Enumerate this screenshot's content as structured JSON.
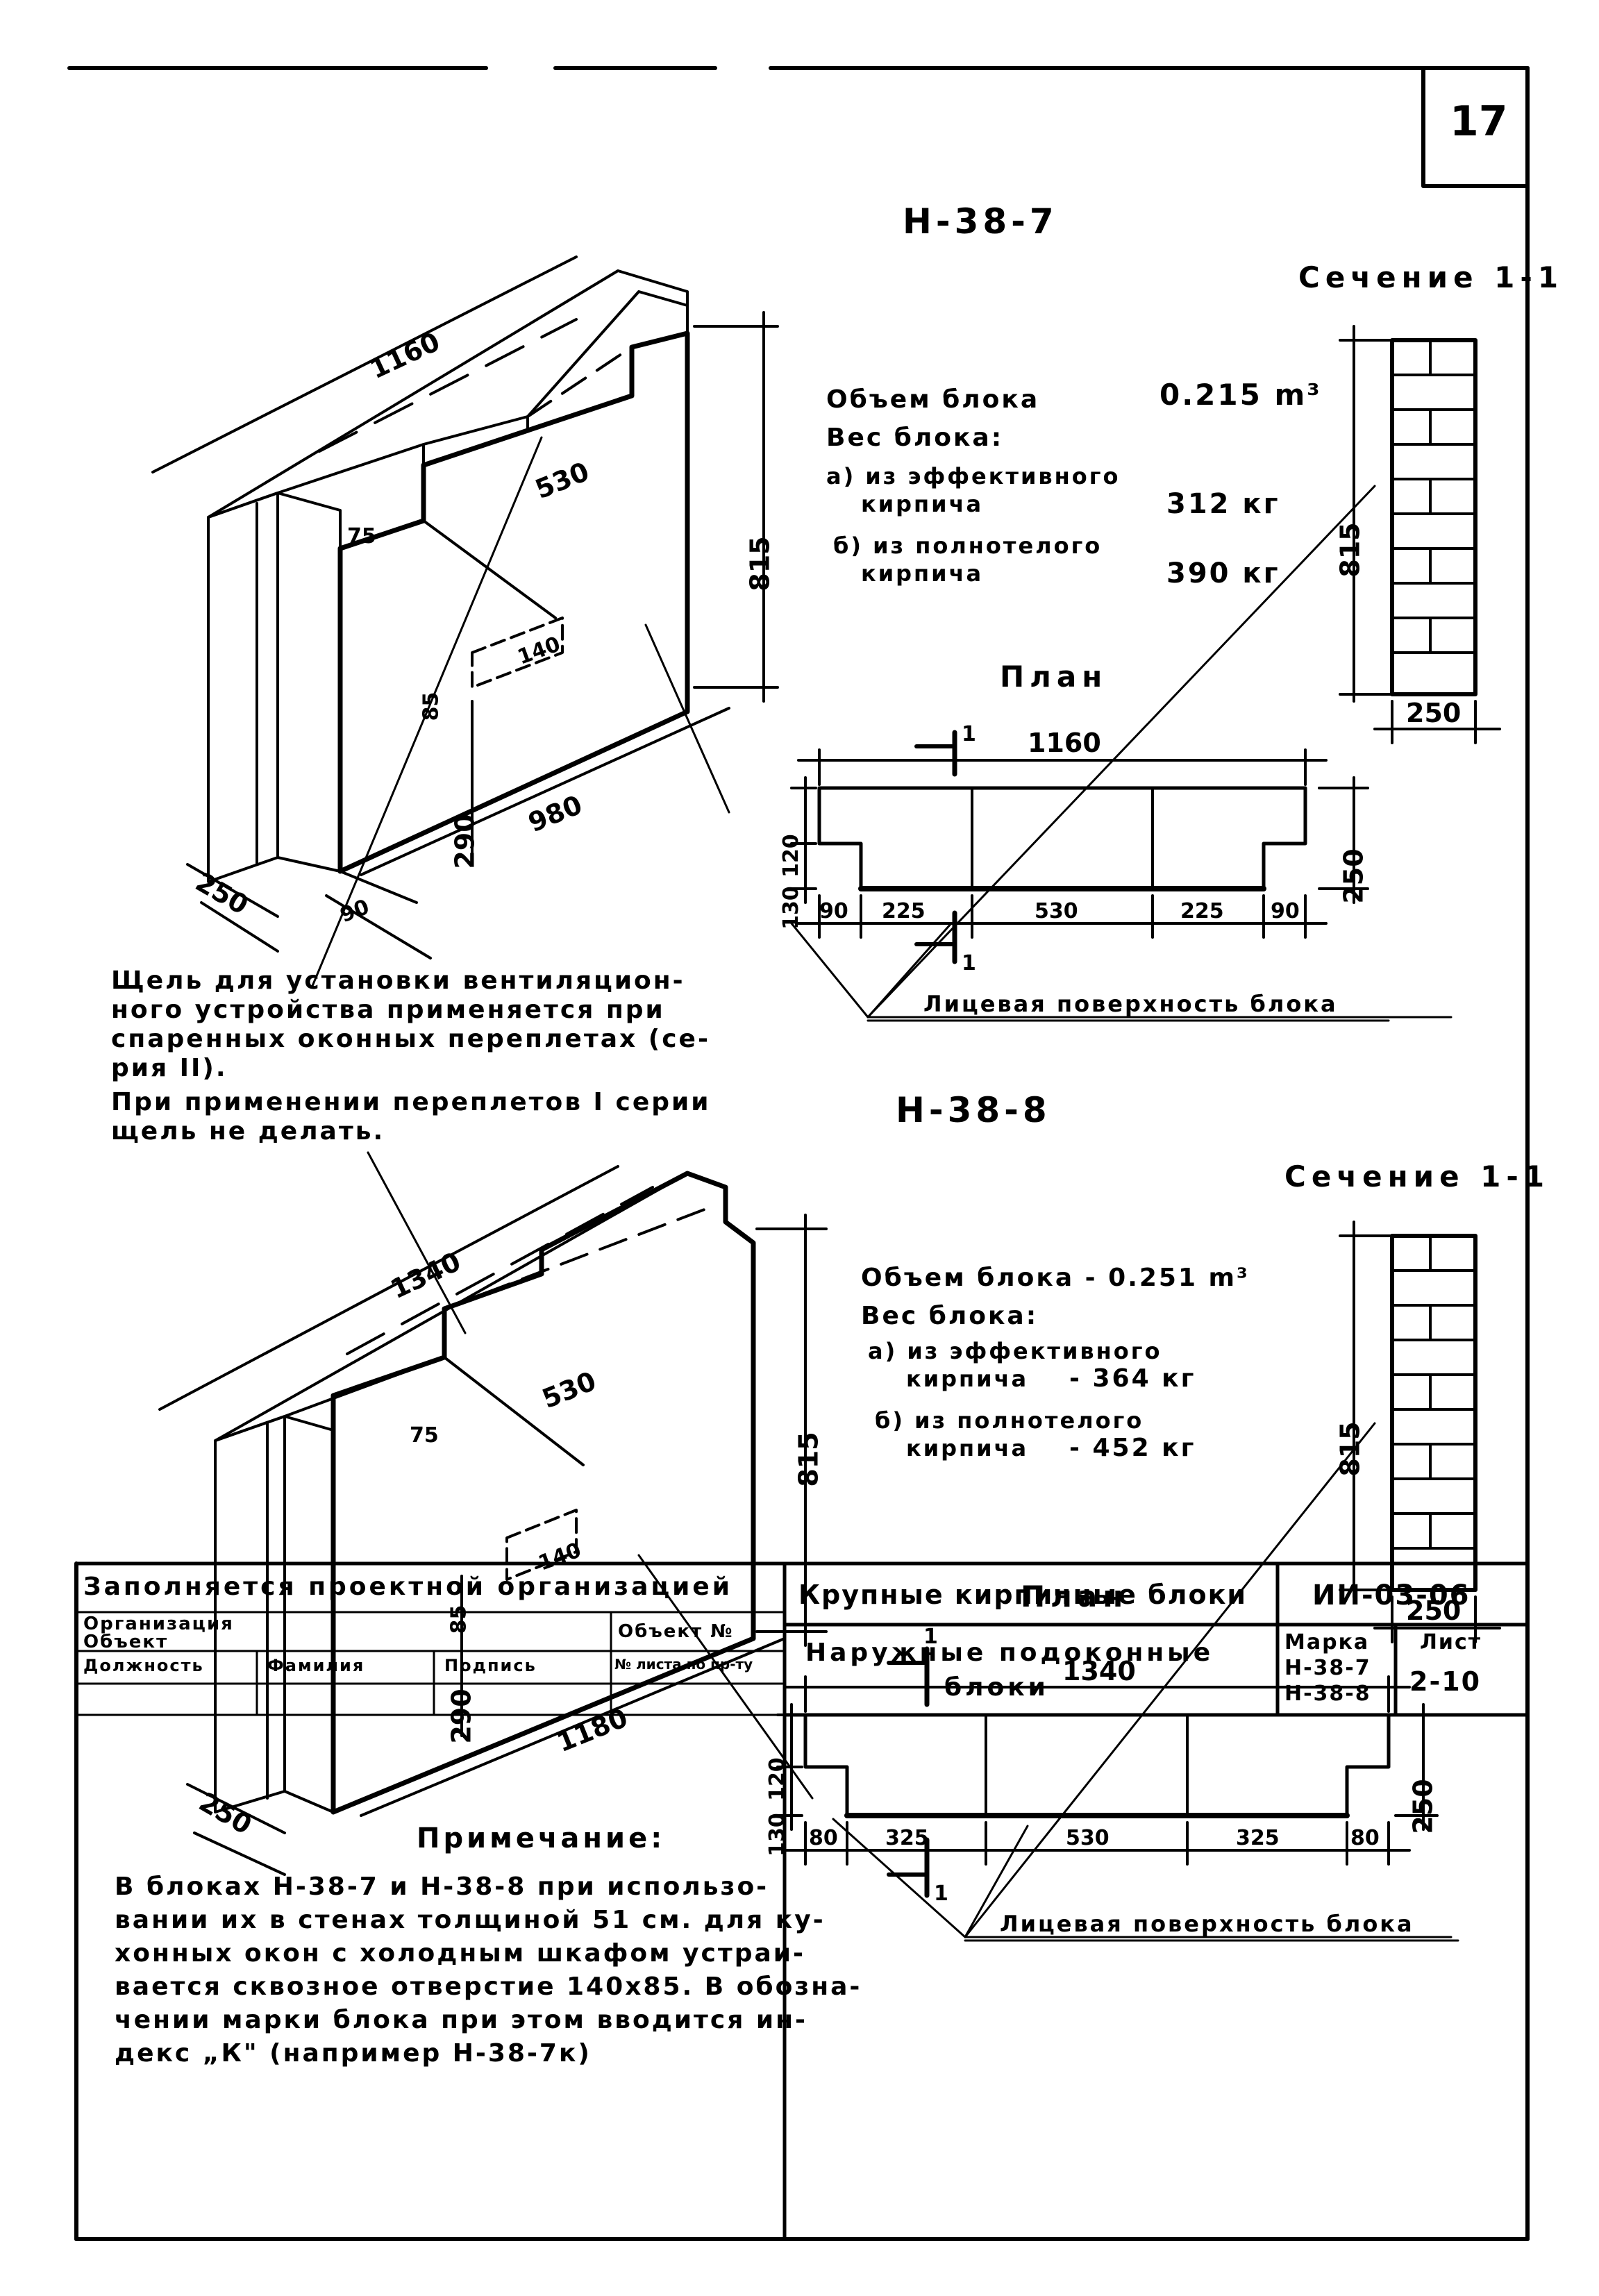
{
  "sheet_number": "17",
  "block1": {
    "mark": "Н-38-7",
    "section_title": "Сечение 1-1",
    "volume_label": "Объем блока",
    "volume_value": "0.215 m³",
    "weight_title": "Вес блока:",
    "weight_a_line1": "а) из эффективного",
    "weight_a_line2": "кирпича",
    "weight_a_value": "312 кг",
    "weight_b_line1": "б) из полнотелого",
    "weight_b_line2": "кирпича",
    "weight_b_value": "390 кг",
    "plan_title": "План",
    "face_label": "Лицевая поверхность блока",
    "dims": {
      "iso_length": "1160",
      "iso_slot": "530",
      "iso_75": "75",
      "iso_140": "140",
      "iso_85": "85",
      "iso_290": "290",
      "iso_980": "980",
      "iso_250": "250",
      "iso_90": "90",
      "iso_height": "815",
      "sec_height": "815",
      "sec_width": "250",
      "plan_length": "1160",
      "plan_120": "120",
      "plan_130": "130",
      "plan_250": "250",
      "plan_90a": "90",
      "plan_225a": "225",
      "plan_530": "530",
      "plan_225b": "225",
      "plan_90b": "90",
      "cut_mark": "1"
    }
  },
  "slot_note": {
    "line1": "Щель для установки вентиляцион-",
    "line2": "ного устройства применяется при",
    "line3": "спаренных оконных переплетах (се-",
    "line4": "рия II).",
    "line5": "При применении переплетов I серии",
    "line6": "щель не делать."
  },
  "block2": {
    "mark": "Н-38-8",
    "section_title": "Сечение 1-1",
    "volume_text": "Объем блока - 0.251 m³",
    "weight_title": "Вес блока:",
    "weight_a_line1": "а) из эффективного",
    "weight_a_line2": "кирпича",
    "weight_a_value": "- 364 кг",
    "weight_b_line1": "б) из полнотелого",
    "weight_b_line2": "кирпича",
    "weight_b_value": "- 452 кг",
    "plan_title": "План",
    "face_label": "Лицевая поверхность блока",
    "dims": {
      "iso_length": "1340",
      "iso_slot": "530",
      "iso_75": "75",
      "iso_140": "140",
      "iso_85": "85",
      "iso_290": "290",
      "iso_1180": "1180",
      "iso_250": "250",
      "iso_height": "815",
      "sec_height": "815",
      "sec_width": "250",
      "plan_length": "1340",
      "plan_120": "120",
      "plan_130": "130",
      "plan_250": "250",
      "plan_80a": "80",
      "plan_325a": "325",
      "plan_530": "530",
      "plan_325b": "325",
      "plan_80b": "80",
      "cut_mark": "1"
    }
  },
  "note": {
    "title": "Примечание:",
    "line1": "В блоках Н-38-7 и Н-38-8 при использо-",
    "line2": "вании их в стенах толщиной 51 см. для ку-",
    "line3": "хонных окон с холодным шкафом устраи-",
    "line4": "вается сквозное отверстие 140х85. В обозна-",
    "line5": "чении марки блока при этом вводится ин-",
    "line6": "декс „К\" (например Н-38-7к)"
  },
  "title_block": {
    "filled_by": "Заполняется проектной организацией",
    "organization": "Организация",
    "object": "Объект",
    "object_no": "Объект №",
    "position": "Должность",
    "surname": "Фамилия",
    "signature": "Подпись",
    "sheet_no_by_order": "№ листа по пр-ту",
    "series_title": "Крупные кирпичные блоки",
    "doc_code": "ИИ-03-06",
    "sheet_title_line1": "Наружные подоконные",
    "sheet_title_line2": "блоки",
    "mark_label": "Марка",
    "mark_value1": "Н-38-7",
    "mark_value2": "Н-38-8",
    "list_label": "Лист",
    "list_value": "2-10"
  }
}
